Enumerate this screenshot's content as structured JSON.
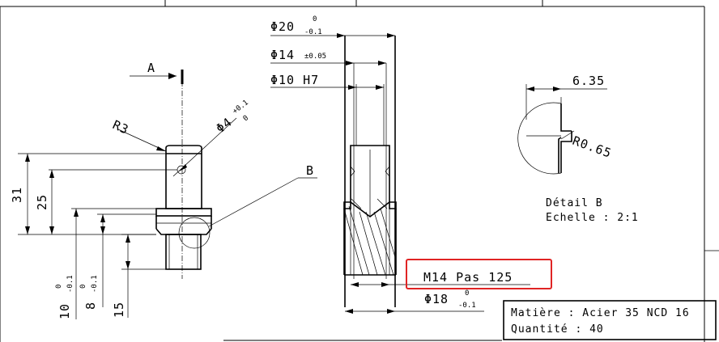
{
  "view_label": "A",
  "section_label": "B",
  "radius_r3": "R3",
  "hole_dia": {
    "main": "Φ4",
    "tol_upper": "+0.1",
    "tol_lower": "0"
  },
  "dims_left": {
    "d31": "31",
    "d25": "25",
    "d10": {
      "main": "10",
      "tol_upper": "0",
      "tol_lower": "-0.1"
    },
    "d8": {
      "main": "8",
      "tol_upper": "0",
      "tol_lower": "-0.1"
    },
    "d15": "15"
  },
  "dims_section": {
    "d20": {
      "main": "Φ20",
      "tol_upper": "0",
      "tol_lower": "-0.1"
    },
    "d14": {
      "main": "Φ14",
      "tol": "±0.05"
    },
    "d10h7": "Φ10 H7",
    "d18": {
      "main": "Φ18",
      "tol_upper": "0",
      "tol_lower": "-0.1"
    }
  },
  "thread_callout": "M14 Pas 125",
  "detail": {
    "width": "6.35",
    "radius": "R0.65",
    "title": "Détail B",
    "scale": "Echelle :  2:1"
  },
  "title_block": {
    "material": "Matière : Acier 35 NCD 16",
    "quantity": "Quantité : 40"
  },
  "colors": {
    "highlight": "#e02424",
    "ink": "#000000"
  }
}
